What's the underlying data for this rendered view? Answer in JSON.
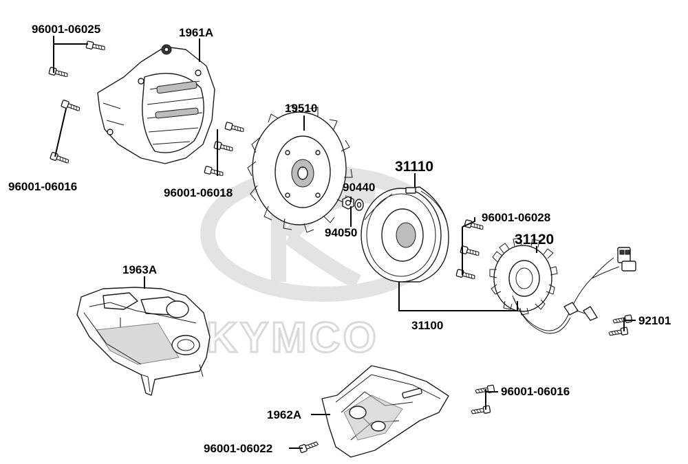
{
  "brand": {
    "watermark_text": "KYMCO",
    "watermark_color": "#dcdcdc"
  },
  "labels": {
    "p96001_06025": "96001-06025",
    "p1961A": "1961A",
    "p96001_06016_a": "96001-06016",
    "p19510": "19510",
    "p96001_06018": "96001-06018",
    "p31110": "31110",
    "p90440": "90440",
    "p94050": "94050",
    "p96001_06028": "96001-06028",
    "p31120": "31120",
    "p1963A": "1963A",
    "p31100": "31100",
    "p92101": "92101",
    "p96001_06016_b": "96001-06016",
    "p1962A": "1962A",
    "p96001_06022": "96001-06022"
  }
}
